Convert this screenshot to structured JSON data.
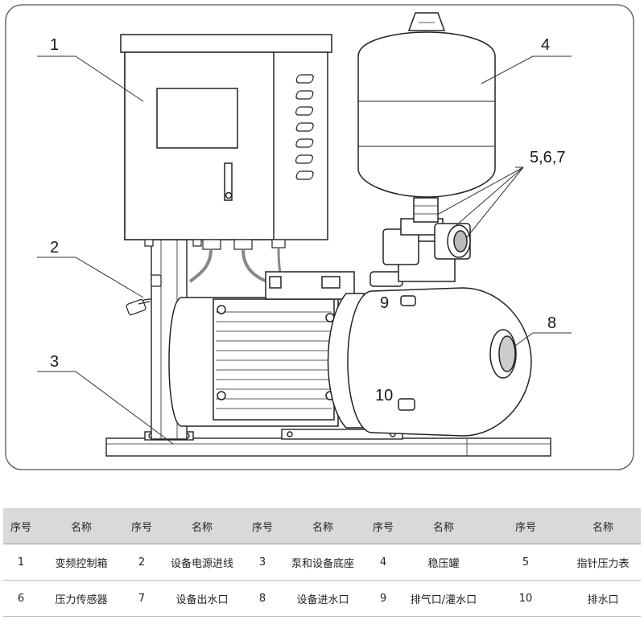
{
  "callouts": [
    "1",
    "2",
    "3",
    "4",
    "5,6,7",
    "8",
    "9",
    "10"
  ],
  "table": {
    "headers": [
      "序号",
      "名称",
      "序号",
      "名称",
      "序号",
      "名称",
      "序号",
      "名称",
      "序号",
      "名称"
    ],
    "rows": [
      [
        "1",
        "变频控制箱",
        "2",
        "设备电源进线",
        "3",
        "泵和设备底座",
        "4",
        "稳压罐",
        "5",
        "指针压力表"
      ],
      [
        "6",
        "压力传感器",
        "7",
        "设备出水口",
        "8",
        "设备进水口",
        "9",
        "排气口/灌水口",
        "10",
        "排水口"
      ]
    ]
  }
}
